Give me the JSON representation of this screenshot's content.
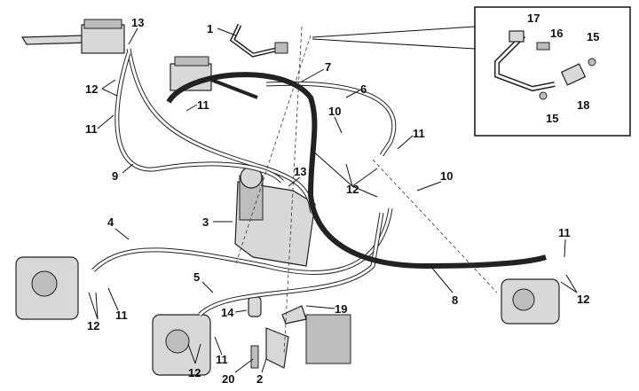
{
  "diagram": {
    "type": "exploded parts diagram - brake hoses",
    "callouts": [
      {
        "id": "c1",
        "text": "1"
      },
      {
        "id": "c13a",
        "text": "13"
      },
      {
        "id": "c7",
        "text": "7"
      },
      {
        "id": "c6",
        "text": "6"
      },
      {
        "id": "c12a",
        "text": "12"
      },
      {
        "id": "c11a",
        "text": "11"
      },
      {
        "id": "c11b",
        "text": "11"
      },
      {
        "id": "c10a",
        "text": "10"
      },
      {
        "id": "c11c",
        "text": "11"
      },
      {
        "id": "c9",
        "text": "9"
      },
      {
        "id": "c13b",
        "text": "13"
      },
      {
        "id": "c12b",
        "text": "12"
      },
      {
        "id": "c10b",
        "text": "10"
      },
      {
        "id": "c3",
        "text": "3"
      },
      {
        "id": "c4",
        "text": "4"
      },
      {
        "id": "c5",
        "text": "5"
      },
      {
        "id": "c14",
        "text": "14"
      },
      {
        "id": "c19",
        "text": "19"
      },
      {
        "id": "c8",
        "text": "8"
      },
      {
        "id": "c11d",
        "text": "11"
      },
      {
        "id": "c12c",
        "text": "12"
      },
      {
        "id": "c12d",
        "text": "12"
      },
      {
        "id": "c11e",
        "text": "11"
      },
      {
        "id": "c12e",
        "text": "12"
      },
      {
        "id": "c11f",
        "text": "11"
      },
      {
        "id": "c20",
        "text": "20"
      },
      {
        "id": "c2",
        "text": "2"
      }
    ],
    "inset_callouts": [
      {
        "id": "i17",
        "text": "17"
      },
      {
        "id": "i16",
        "text": "16"
      },
      {
        "id": "i15a",
        "text": "15"
      },
      {
        "id": "i18",
        "text": "18"
      },
      {
        "id": "i15b",
        "text": "15"
      }
    ]
  }
}
